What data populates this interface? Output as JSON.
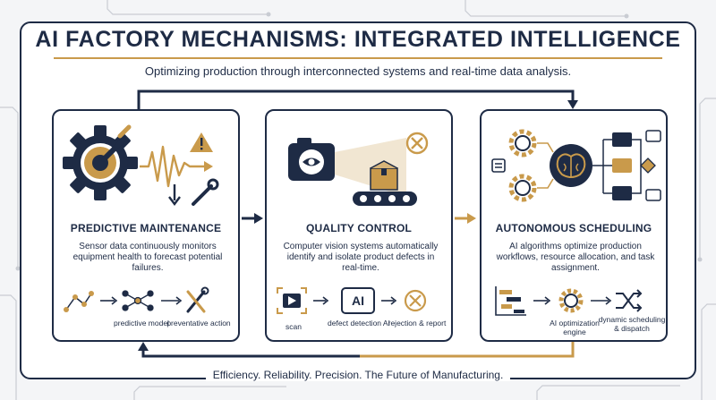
{
  "header": {
    "title": "AI FACTORY MECHANISMS: INTEGRATED INTELLIGENCE",
    "subtitle": "Optimizing production through interconnected systems and real-time data analysis."
  },
  "cards": [
    {
      "title": "PREDICTIVE MAINTENANCE",
      "description": "Sensor data continuously monitors equipment health to forecast potential failures.",
      "steps": [
        "predictive model",
        "preventative action"
      ]
    },
    {
      "title": "QUALITY CONTROL",
      "description": "Computer vision systems automatically identify and isolate product defects in real-time.",
      "ai_badge": "AI",
      "steps": [
        "scan",
        "defect detection AI",
        "rejection & report"
      ]
    },
    {
      "title": "AUTONOMOUS SCHEDULING",
      "description": "AI algorithms optimize production workflows, resource allocation, and task assignment.",
      "steps": [
        "AI optimization engine",
        "dynamic scheduling & dispatch"
      ]
    }
  ],
  "footer": {
    "tagline": "Efficiency. Reliability. Precision. The Future of Manufacturing."
  },
  "colors": {
    "navy": "#1e2b45",
    "gold": "#c99a4b",
    "background": "#f4f5f7"
  }
}
